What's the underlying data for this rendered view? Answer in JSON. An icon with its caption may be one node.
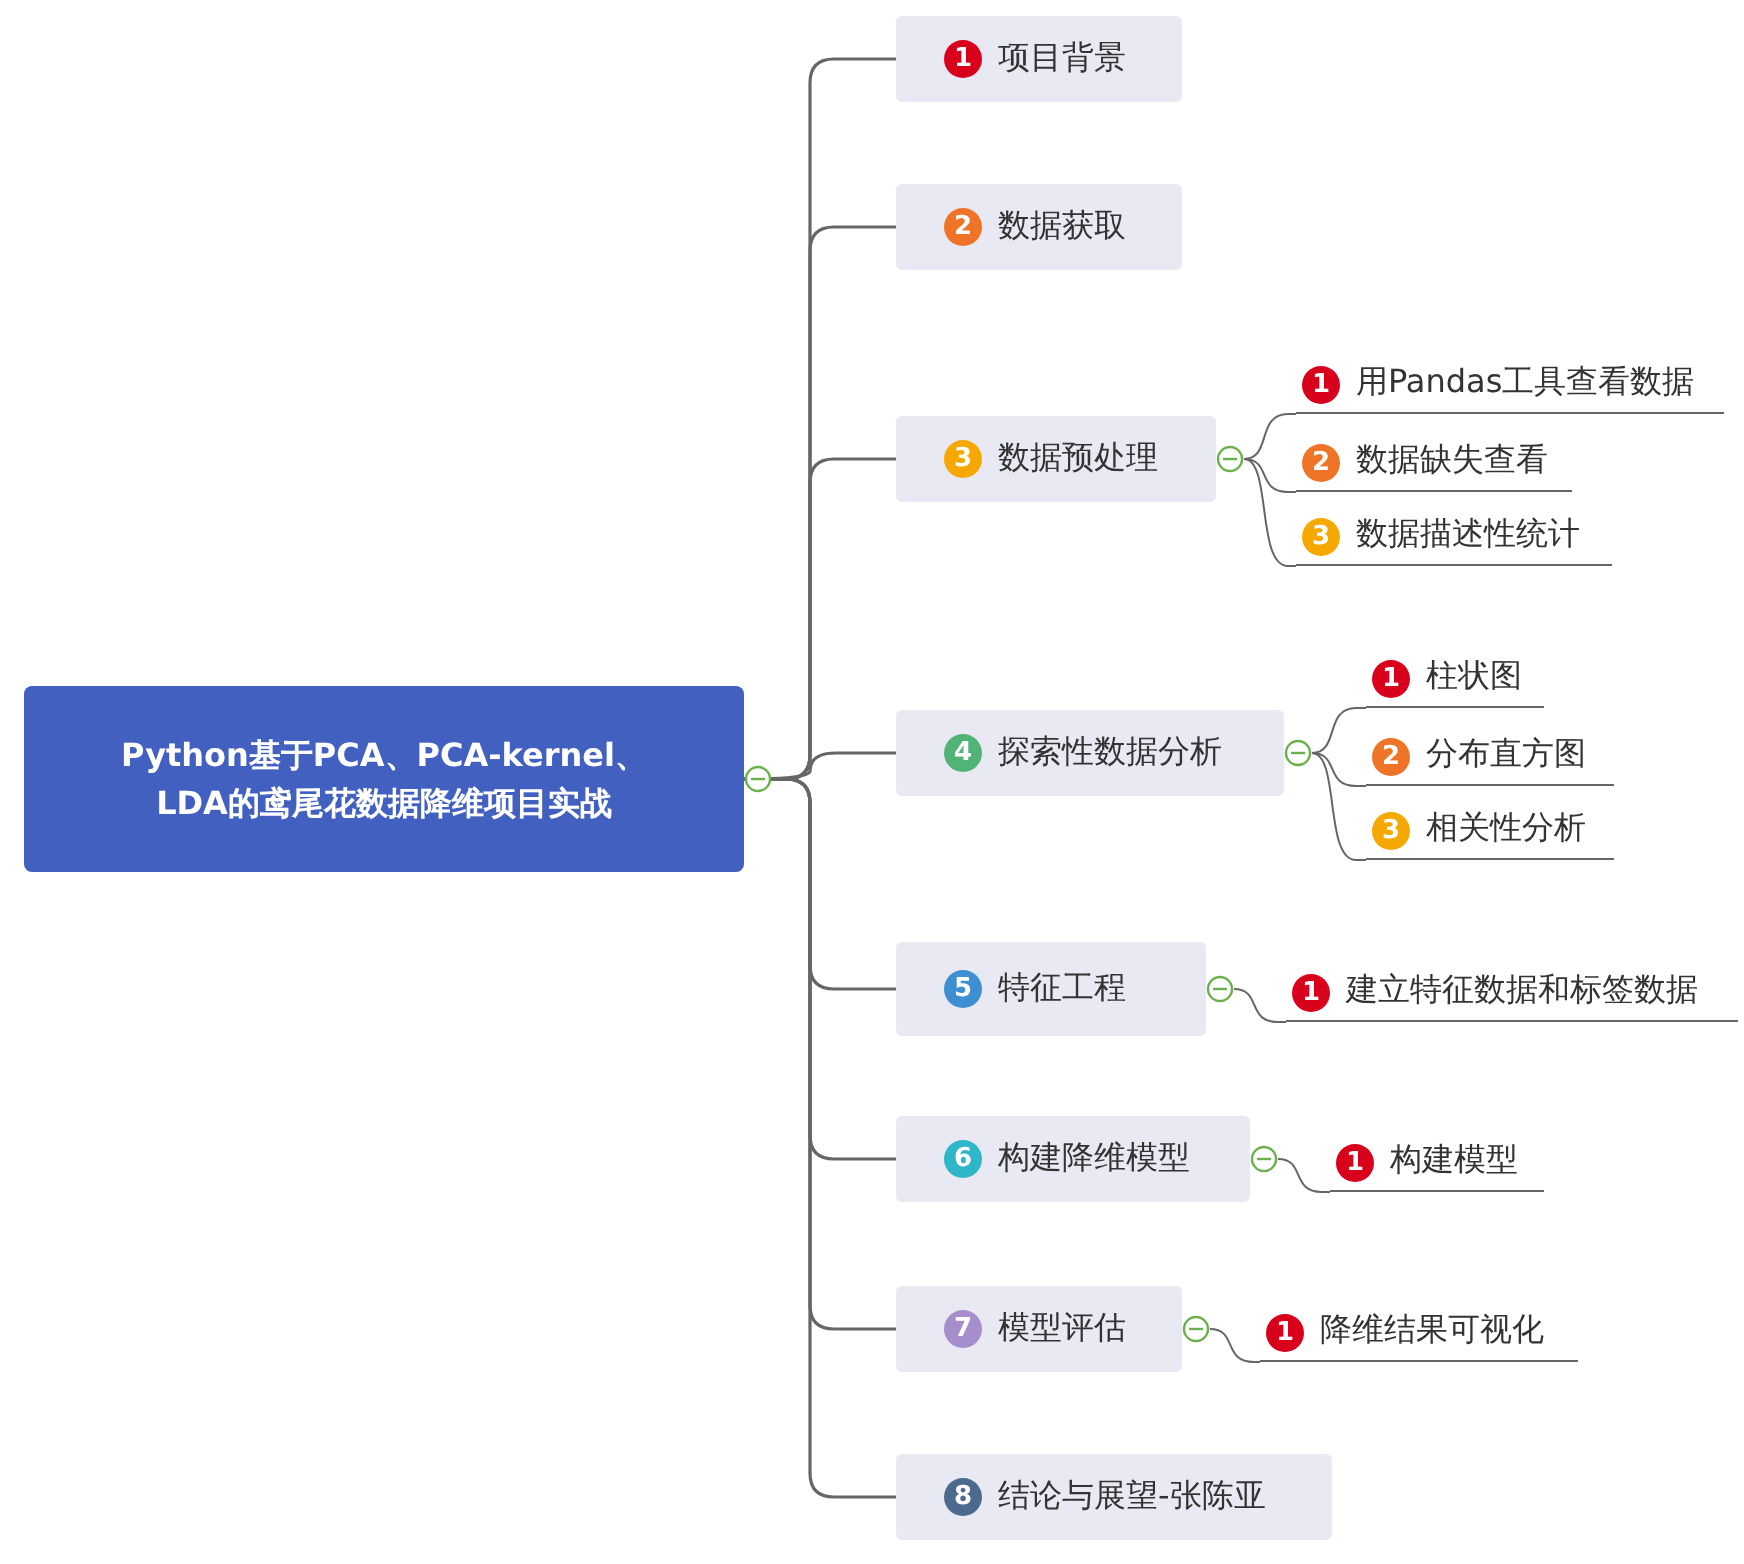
{
  "diagram": {
    "nodes": [
      {
        "text": [
          "Python基于PCA、PCA-kernel、LDA的鸢尾花数据降维项目实战"
        ]
      },
      {
        "text": [
          "1",
          "项目背景"
        ]
      },
      {
        "text": [
          "2",
          "数据获取"
        ]
      },
      {
        "text": [
          "3",
          "数据预处理"
        ]
      },
      {
        "text": [
          "1",
          "用Pandas工具查看数据"
        ]
      },
      {
        "text": [
          "2",
          "数据缺失查看"
        ]
      },
      {
        "text": [
          "3",
          "数据描述性统计"
        ]
      },
      {
        "text": [
          "4",
          "探索性数据分析"
        ]
      },
      {
        "text": [
          "1",
          "柱状图"
        ]
      },
      {
        "text": [
          "2",
          "分布直方图"
        ]
      },
      {
        "text": [
          "3",
          "相关性分析"
        ]
      },
      {
        "text": [
          "5",
          "特征工程"
        ]
      },
      {
        "text": [
          "1",
          "建立特征数据和标签数据"
        ]
      },
      {
        "text": [
          "6",
          "构建降维模型"
        ]
      },
      {
        "text": [
          "1",
          "构建模型"
        ]
      },
      {
        "text": [
          "7",
          "模型评估"
        ]
      },
      {
        "text": [
          "1",
          "降维结果可视化"
        ]
      },
      {
        "text": [
          "8",
          "结论与展望-张陈亚"
        ]
      }
    ],
    "edges": [
      {
        "from": 0,
        "to": 1,
        "arrow": "none"
      },
      {
        "from": 0,
        "to": 2,
        "arrow": "none"
      },
      {
        "from": 0,
        "to": 3,
        "arrow": "none"
      },
      {
        "from": 0,
        "to": 7,
        "arrow": "none"
      },
      {
        "from": 0,
        "to": 11,
        "arrow": "none"
      },
      {
        "from": 0,
        "to": 13,
        "arrow": "none"
      },
      {
        "from": 0,
        "to": 15,
        "arrow": "none"
      },
      {
        "from": 0,
        "to": 17,
        "arrow": "none"
      },
      {
        "from": 3,
        "to": 4,
        "arrow": "none"
      },
      {
        "from": 3,
        "to": 5,
        "arrow": "none"
      },
      {
        "from": 3,
        "to": 6,
        "arrow": "none"
      },
      {
        "from": 7,
        "to": 8,
        "arrow": "none"
      },
      {
        "from": 7,
        "to": 9,
        "arrow": "none"
      },
      {
        "from": 7,
        "to": 10,
        "arrow": "none"
      },
      {
        "from": 11,
        "to": 12,
        "arrow": "none"
      },
      {
        "from": 13,
        "to": 14,
        "arrow": "none"
      },
      {
        "from": 15,
        "to": 16,
        "arrow": "none"
      }
    ]
  }
}
